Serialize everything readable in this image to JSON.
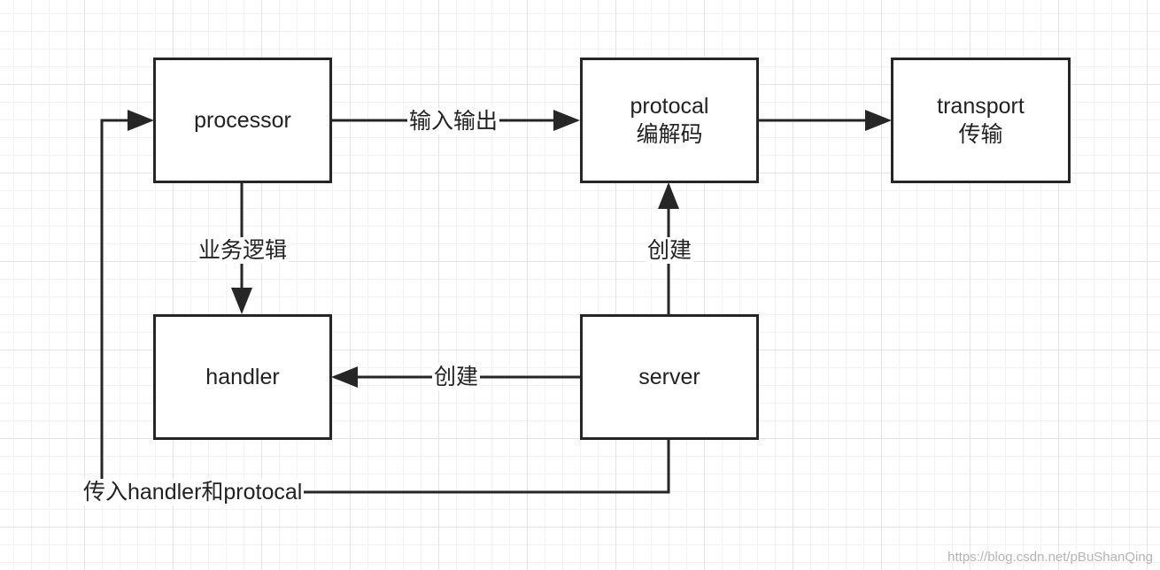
{
  "nodes": {
    "processor": {
      "title": "processor"
    },
    "protocal": {
      "title": "protocal",
      "subtitle": "编解码"
    },
    "transport": {
      "title": "transport",
      "subtitle": "传输"
    },
    "handler": {
      "title": "handler"
    },
    "server": {
      "title": "server"
    }
  },
  "edges": {
    "processor_to_protocal": "输入输出",
    "processor_to_handler": "业务逻辑",
    "server_to_protocal": "创建",
    "server_to_handler": "创建",
    "server_to_processor": "传入handler和protocal"
  },
  "watermark": "https://blog.csdn.net/pBuShanQing",
  "colors": {
    "stroke": "#262626",
    "grid_major": "#e3e3e3",
    "grid_minor": "#f2f2f2"
  }
}
